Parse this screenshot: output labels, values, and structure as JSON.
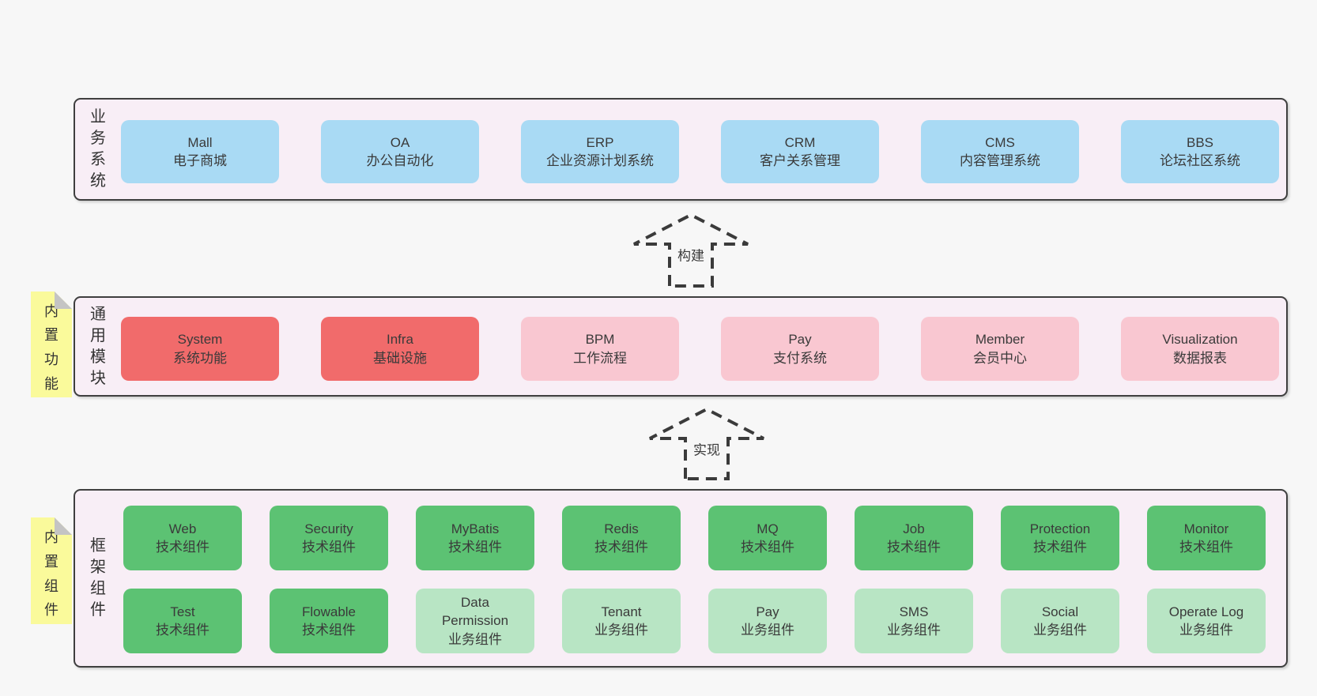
{
  "colors": {
    "page_bg": "#f7f7f7",
    "band_bg": "#f8eef6",
    "band_border": "#3f3f3f",
    "blue_box": "#a9daf4",
    "red_box": "#f16b6b",
    "pink_box": "#f9c7d1",
    "green_box": "#5cc273",
    "light_green_box": "#b8e5c4",
    "sticky_note": "#fafa9b"
  },
  "arrows": [
    {
      "label": "构建"
    },
    {
      "label": "实现"
    }
  ],
  "bands": [
    {
      "label": "业务系统",
      "items": [
        {
          "name": "Mall",
          "sub": "电子商城"
        },
        {
          "name": "OA",
          "sub": "办公自动化"
        },
        {
          "name": "ERP",
          "sub": "企业资源计划系统"
        },
        {
          "name": "CRM",
          "sub": "客户关系管理"
        },
        {
          "name": "CMS",
          "sub": "内容管理系统"
        },
        {
          "name": "BBS",
          "sub": "论坛社区系统"
        }
      ]
    },
    {
      "label": "通用模块",
      "sticky": "内置功能",
      "items": [
        {
          "name": "System",
          "sub": "系统功能"
        },
        {
          "name": "Infra",
          "sub": "基础设施"
        },
        {
          "name": "BPM",
          "sub": "工作流程"
        },
        {
          "name": "Pay",
          "sub": "支付系统"
        },
        {
          "name": "Member",
          "sub": "会员中心"
        },
        {
          "name": "Visualization",
          "sub": "数据报表"
        }
      ]
    },
    {
      "label": "框架组件",
      "sticky": "内置组件",
      "rows": [
        [
          {
            "name": "Web",
            "sub": "技术组件"
          },
          {
            "name": "Security",
            "sub": "技术组件"
          },
          {
            "name": "MyBatis",
            "sub": "技术组件"
          },
          {
            "name": "Redis",
            "sub": "技术组件"
          },
          {
            "name": "MQ",
            "sub": "技术组件"
          },
          {
            "name": "Job",
            "sub": "技术组件"
          },
          {
            "name": "Protection",
            "sub": "技术组件"
          },
          {
            "name": "Monitor",
            "sub": "技术组件"
          }
        ],
        [
          {
            "name": "Test",
            "sub": "技术组件"
          },
          {
            "name": "Flowable",
            "sub": "技术组件"
          },
          {
            "name": "Data\nPermission",
            "sub": "业务组件"
          },
          {
            "name": "Tenant",
            "sub": "业务组件"
          },
          {
            "name": "Pay",
            "sub": "业务组件"
          },
          {
            "name": "SMS",
            "sub": "业务组件"
          },
          {
            "name": "Social",
            "sub": "业务组件"
          },
          {
            "name": "Operate Log",
            "sub": "业务组件"
          }
        ]
      ]
    }
  ]
}
